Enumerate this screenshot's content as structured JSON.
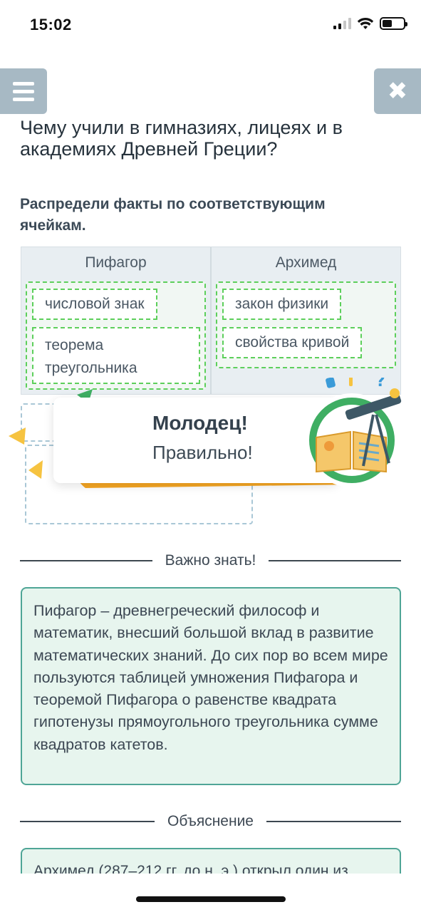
{
  "status_bar": {
    "time": "15:02"
  },
  "nav": {
    "menu_icon": "hamburger-icon",
    "close_icon": "close-icon"
  },
  "page": {
    "title": "Чему учили в гимназиях, лицеях и в академиях Древней Греции?",
    "task": "Распредели факты по соответствующим ячейкам."
  },
  "dnd": {
    "columns": [
      {
        "header": "Пифагор",
        "items": [
          "числовой знак",
          "теорема треугольника"
        ]
      },
      {
        "header": "Архимед",
        "items": [
          "закон физики",
          "свойства кривой"
        ]
      }
    ]
  },
  "feedback": {
    "title": "Молодец!",
    "subtitle": "Правильно!",
    "mascot_icon": "book-telescope-icon"
  },
  "important": {
    "heading": "Важно знать!",
    "text": "Пифагор – древнегреческий философ и математик, внесший большой вклад в развитие математических знаний. До сих пор во всем мире пользуются таблицей умножения Пифагора и теоремой Пифагора о равенстве квадрата гипотенузы прямоугольного треугольника сумме квадратов катетов."
  },
  "explanation": {
    "heading": "Объяснение",
    "text": "Архимед (287–212 гг. до н. э.) открыл один из"
  },
  "colors": {
    "accent_green": "#5dcf5b",
    "card_border": "#4fa596",
    "card_bg": "#e7f5ee",
    "nav_button": "#a7b9c4",
    "ribbon_orange": "#f6a623"
  }
}
